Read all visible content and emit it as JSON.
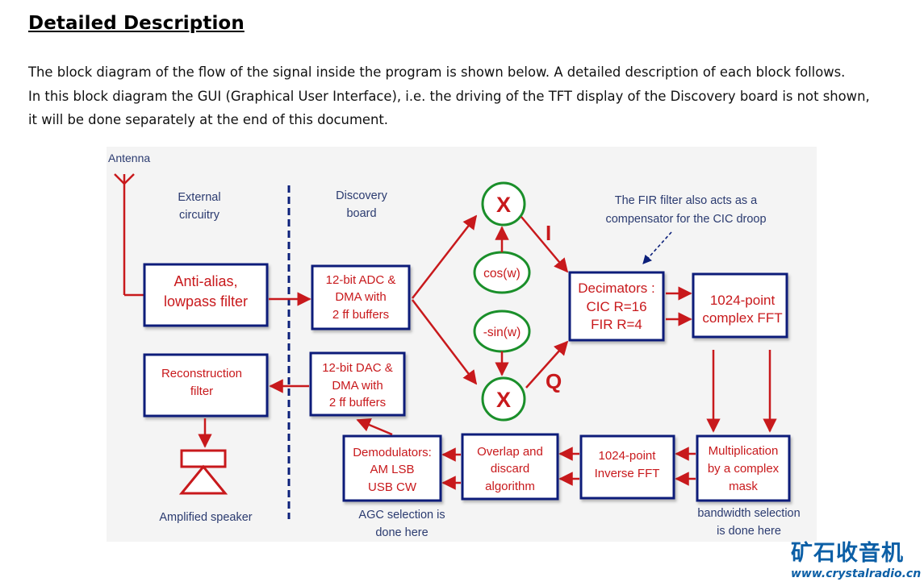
{
  "document": {
    "heading": "Detailed Description",
    "paragraph_lines": [
      "The block diagram of the flow of the signal inside the program is shown below. A detailed description of each block  follows.",
      "In this block diagram the GUI (Graphical User Interface), i.e. the driving of the TFT display of the Discovery board is not shown,",
      "it will be done separately at the end of this document."
    ]
  },
  "diagram": {
    "antenna": "Antenna",
    "external_1": "External",
    "external_2": "circuitry",
    "discovery_1": "Discovery",
    "discovery_2": "board",
    "note_1": "The FIR filter also acts as a",
    "note_2": "compensator for the CIC droop",
    "antialias_1": "Anti-alias,",
    "antialias_2": "lowpass filter",
    "adc_1": "12-bit ADC &",
    "adc_2": "DMA with",
    "adc_3": "2 ff buffers",
    "mixer_i": "X",
    "mixer_q": "X",
    "cos": "cos(w)",
    "sin": "-sin(w)",
    "label_i": "I",
    "label_q": "Q",
    "decim_1": "Decimators :",
    "decim_2": "CIC  R=16",
    "decim_3": "FIR R=4",
    "fft_1": "1024-point",
    "fft_2": "complex FFT",
    "recon_1": "Reconstruction",
    "recon_2": "filter",
    "dac_1": "12-bit DAC &",
    "dac_2": "DMA with",
    "dac_3": "2 ff buffers",
    "demod_1": "Demodulators:",
    "demod_2": "AM LSB",
    "demod_3": "USB CW",
    "overlap_1": "Overlap and",
    "overlap_2": "discard",
    "overlap_3": "algorithm",
    "ifft_1": "1024-point",
    "ifft_2": "Inverse FFT",
    "mult_1": "Multiplication",
    "mult_2": "by a complex",
    "mult_3": "mask",
    "speaker": "Amplified speaker",
    "agc_1": "AGC selection is",
    "agc_2": "done here",
    "bw_1": "bandwidth selection",
    "bw_2": "is done here"
  },
  "watermark": {
    "name": "矿石收音机",
    "url": "www.crystalradio.cn"
  },
  "colors": {
    "box_border": "#0b1f7a",
    "signal_red": "#c8191c",
    "label_blue": "#2b3b70",
    "circle_green": "#1a8f2a",
    "diagram_bg": "#f4f4f4",
    "watermark_blue": "#0c5fa6"
  }
}
